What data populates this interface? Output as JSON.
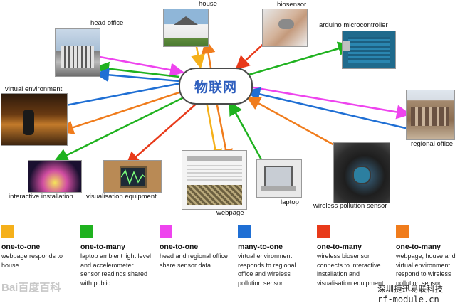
{
  "hub": {
    "label": "物联网"
  },
  "nodes": {
    "head_office": "head office",
    "house": "house",
    "biosensor": "biosensor",
    "arduino": "arduino microcontroller",
    "virtual_environment": "virtual environment",
    "regional_office": "regional office",
    "interactive_installation": "interactive installation",
    "visualisation_equipment": "visualisation equipment",
    "webpage": "webpage",
    "laptop": "laptop",
    "wireless_pollution_sensor": "wireless pollution sensor"
  },
  "colors": {
    "one_to_one_house": "#f5a623",
    "one_to_many": "#1fb21f",
    "one_to_one_office": "#ee44ee",
    "many_to_one": "#1f6fd4",
    "one_to_many_red": "#e83a1a",
    "one_to_many_orange": "#f07c1c"
  },
  "legend": [
    {
      "title": "one-to-one",
      "desc": "webpage responds to house",
      "color": "#f5b01a"
    },
    {
      "title": "one-to-many",
      "desc": "laptop ambient light level and accelerometer sensor readings shared with public",
      "color": "#1fb21f"
    },
    {
      "title": "one-to-one",
      "desc": "head and regional office share sensor data",
      "color": "#ee44ee"
    },
    {
      "title": "many-to-one",
      "desc": "virtual environment responds to regional office and wireless pollution sensor",
      "color": "#1f6fd4"
    },
    {
      "title": "one-to-many",
      "desc": "wireless biosensor connects to interactive installation and visualisation equipment",
      "color": "#e83a1a"
    },
    {
      "title": "one-to-many",
      "desc": "webpage, house and virtual environment respond to wireless pollution sensor",
      "color": "#f07c1c"
    }
  ],
  "watermark": "Bai百度百科",
  "footer": {
    "cn": "深圳捷迅易联科技",
    "url": "rf-module.cn"
  }
}
